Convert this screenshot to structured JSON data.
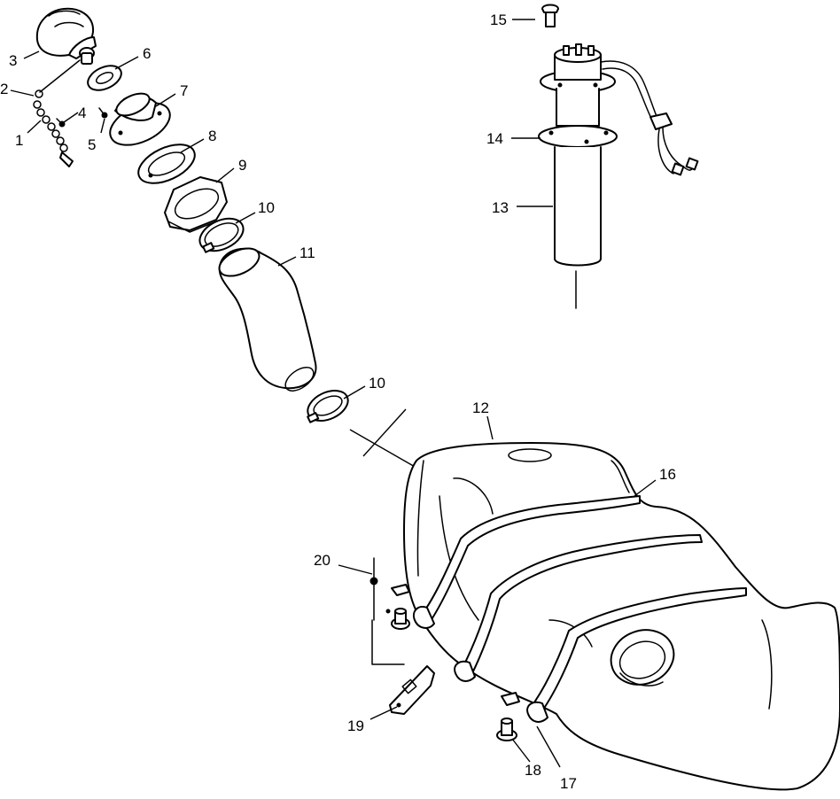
{
  "callouts": [
    {
      "id": "c1",
      "label": "1"
    },
    {
      "id": "c2",
      "label": "2"
    },
    {
      "id": "c3",
      "label": "3"
    },
    {
      "id": "c4",
      "label": "4"
    },
    {
      "id": "c5",
      "label": "5"
    },
    {
      "id": "c6",
      "label": "6"
    },
    {
      "id": "c7",
      "label": "7"
    },
    {
      "id": "c8",
      "label": "8"
    },
    {
      "id": "c9",
      "label": "9"
    },
    {
      "id": "c10a",
      "label": "10"
    },
    {
      "id": "c10b",
      "label": "10"
    },
    {
      "id": "c11",
      "label": "11"
    },
    {
      "id": "c12",
      "label": "12"
    },
    {
      "id": "c13",
      "label": "13"
    },
    {
      "id": "c14",
      "label": "14"
    },
    {
      "id": "c15",
      "label": "15"
    },
    {
      "id": "c16",
      "label": "16"
    },
    {
      "id": "c17",
      "label": "17"
    },
    {
      "id": "c18",
      "label": "18"
    },
    {
      "id": "c19",
      "label": "19"
    },
    {
      "id": "c20",
      "label": "20"
    }
  ],
  "colors": {
    "line": "#000000",
    "background": "#ffffff"
  }
}
